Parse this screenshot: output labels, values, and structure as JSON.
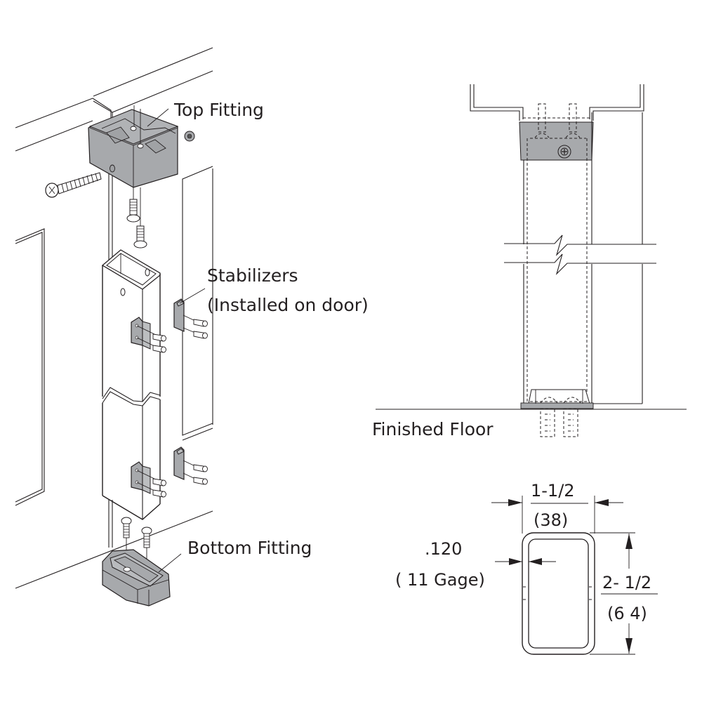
{
  "labels": {
    "top_fitting": "Top Fitting",
    "stabilizers": "Stabilizers",
    "stabilizers_note": "(Installed on door)",
    "bottom_fitting": "Bottom Fitting",
    "finished_floor": "Finished Floor"
  },
  "dimensions": {
    "width_imperial": "1-1/2",
    "width_metric": "(38)",
    "height_imperial": "2- 1/2",
    "height_metric": "(6 4)",
    "wall_thickness": ".120",
    "wall_gage": "( 11 Gage)"
  },
  "colors": {
    "line": "#231f20",
    "part_fill": "#a7a9ac",
    "background": "#ffffff"
  }
}
